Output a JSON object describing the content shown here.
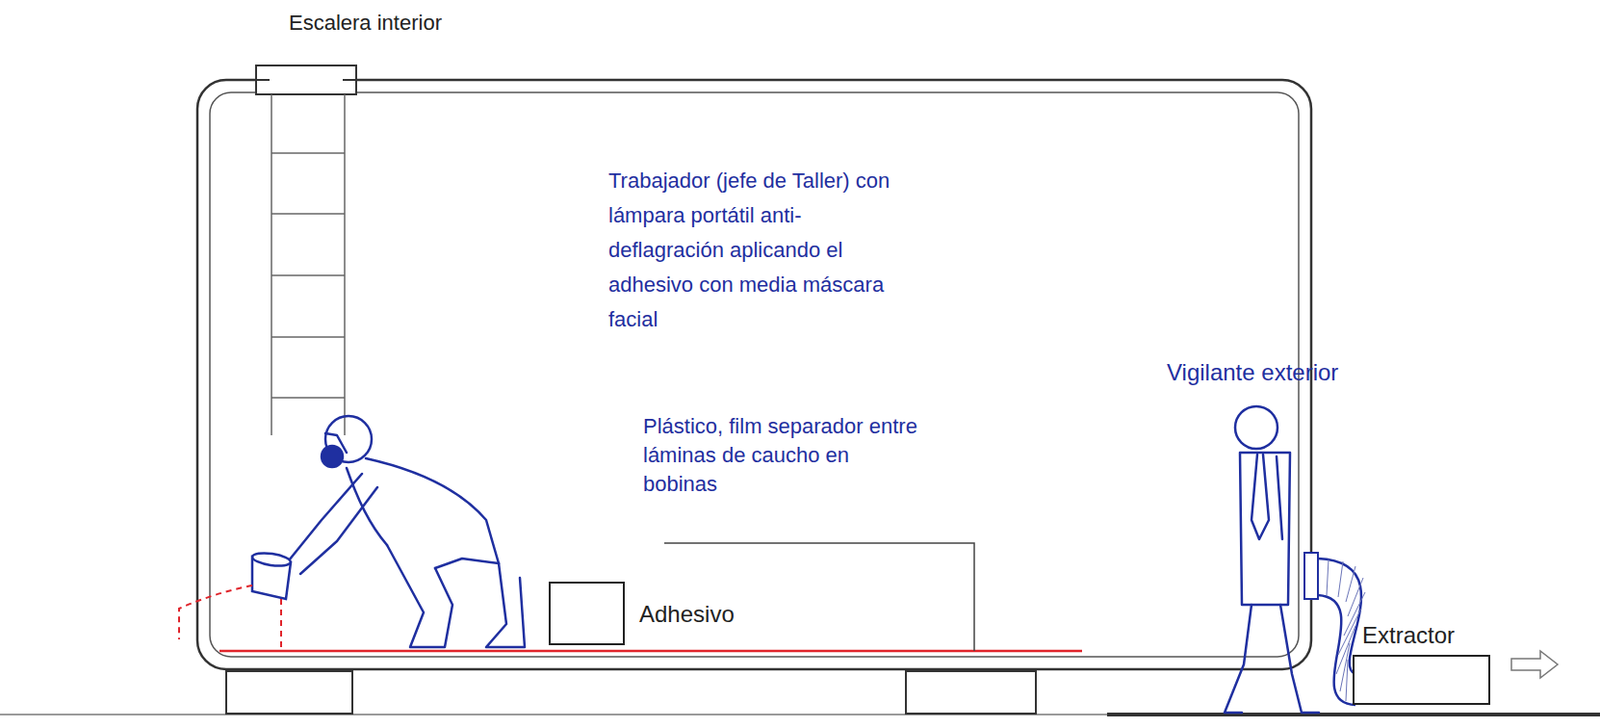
{
  "diagram": {
    "nodes": [
      {
        "text": [
          "Adhesivo"
        ]
      },
      {
        "text": [
          "Extractor"
        ]
      }
    ],
    "labels": [
      "Escalera interior",
      "Trabajador (jefe de Taller) con lámpara portátil anti-deflagración aplicando el adhesivo con media máscara facial",
      "Vigilante exterior",
      "Plástico, film separador entre láminas de caucho en bobinas"
    ]
  }
}
